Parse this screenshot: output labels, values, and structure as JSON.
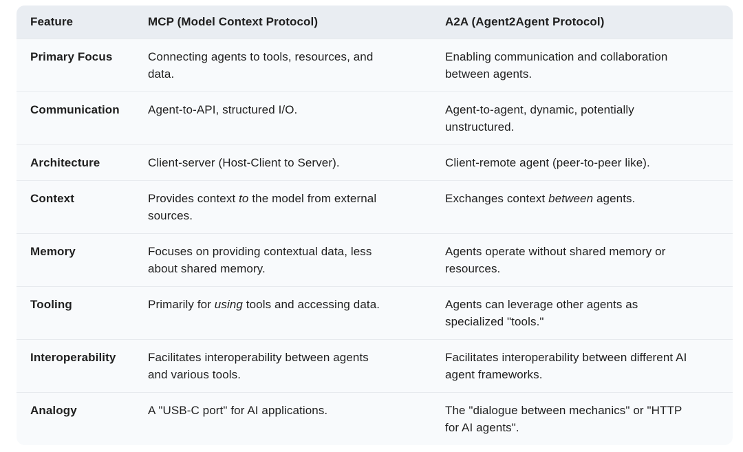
{
  "colors": {
    "page_bg": "#ffffff",
    "header_bg": "#e9edf2",
    "row_bg": "#f8fafc",
    "divider": "#e7eaee",
    "text": "#1f1f1f"
  },
  "table": {
    "columns": [
      {
        "label": "Feature"
      },
      {
        "label": "MCP (Model Context Protocol)"
      },
      {
        "label": "A2A (Agent2Agent Protocol)"
      }
    ],
    "rows": [
      {
        "feature": "Primary Focus",
        "mcp": [
          {
            "t": "Connecting agents to tools, resources, and\ndata."
          }
        ],
        "a2a": [
          {
            "t": "Enabling communication and collaboration\nbetween agents."
          }
        ]
      },
      {
        "feature": "Communication",
        "mcp": [
          {
            "t": "Agent-to-API, structured I/O."
          }
        ],
        "a2a": [
          {
            "t": "Agent-to-agent, dynamic, potentially\nunstructured."
          }
        ]
      },
      {
        "feature": "Architecture",
        "mcp": [
          {
            "t": "Client-server (Host-Client to Server)."
          }
        ],
        "a2a": [
          {
            "t": "Client-remote agent (peer-to-peer like)."
          }
        ]
      },
      {
        "feature": "Context",
        "mcp": [
          {
            "t": "Provides context "
          },
          {
            "t": "to",
            "i": true
          },
          {
            "t": " the model from external\nsources."
          }
        ],
        "a2a": [
          {
            "t": "Exchanges context "
          },
          {
            "t": "between",
            "i": true
          },
          {
            "t": " agents."
          }
        ]
      },
      {
        "feature": "Memory",
        "mcp": [
          {
            "t": "Focuses on providing contextual data, less\nabout shared memory."
          }
        ],
        "a2a": [
          {
            "t": "Agents operate without shared memory or\nresources."
          }
        ]
      },
      {
        "feature": "Tooling",
        "mcp": [
          {
            "t": "Primarily for "
          },
          {
            "t": "using",
            "i": true
          },
          {
            "t": " tools and accessing data."
          }
        ],
        "a2a": [
          {
            "t": "Agents can leverage other agents as\nspecialized \"tools.\""
          }
        ]
      },
      {
        "feature": "Interoperability",
        "mcp": [
          {
            "t": "Facilitates interoperability between agents\nand various tools."
          }
        ],
        "a2a": [
          {
            "t": "Facilitates interoperability between different AI\nagent frameworks."
          }
        ]
      },
      {
        "feature": "Analogy",
        "mcp": [
          {
            "t": "A \"USB-C port\" for AI applications."
          }
        ],
        "a2a": [
          {
            "t": "The \"dialogue between mechanics\" or \"HTTP\nfor AI agents\"."
          }
        ]
      }
    ]
  }
}
